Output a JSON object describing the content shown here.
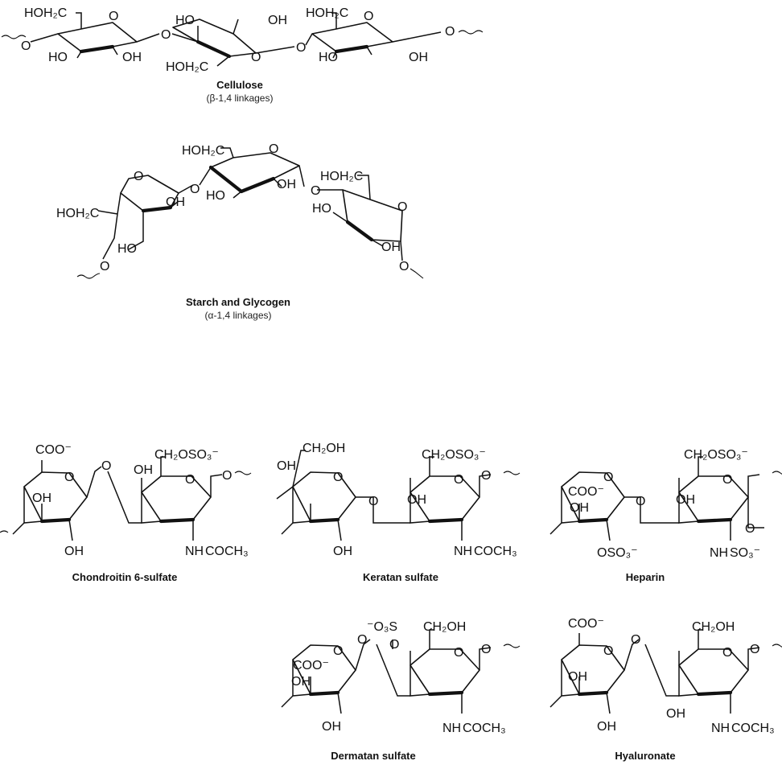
{
  "colors": {
    "sulfate": "#e8177f",
    "amine": "#2aa0dc",
    "ink": "#111111"
  },
  "cellulose": {
    "title": "Cellulose",
    "subtitle": "(β-1,4 linkages)"
  },
  "starch": {
    "title": "Starch and Glycogen",
    "subtitle": "(α-1,4 linkages)"
  },
  "gags": {
    "chondroitin": "Chondroitin 6-sulfate",
    "keratan": "Keratan sulfate",
    "heparin": "Heparin",
    "dermatan": "Dermatan sulfate",
    "hyaluronate": "Hyaluronate"
  },
  "groups": {
    "O": "O",
    "OH": "OH",
    "HO": "HO",
    "HOH2C": "HOH₂C",
    "CH2OH": "CH₂OH",
    "COO": "COO⁻",
    "CH2OSO3": "CH₂OSO₃⁻",
    "OSO3": "OSO₃⁻",
    "NH": "NH",
    "COCH3": "COCH₃",
    "NHSO3_SO3": "SO₃⁻",
    "O3S": "⁻O₃S"
  }
}
